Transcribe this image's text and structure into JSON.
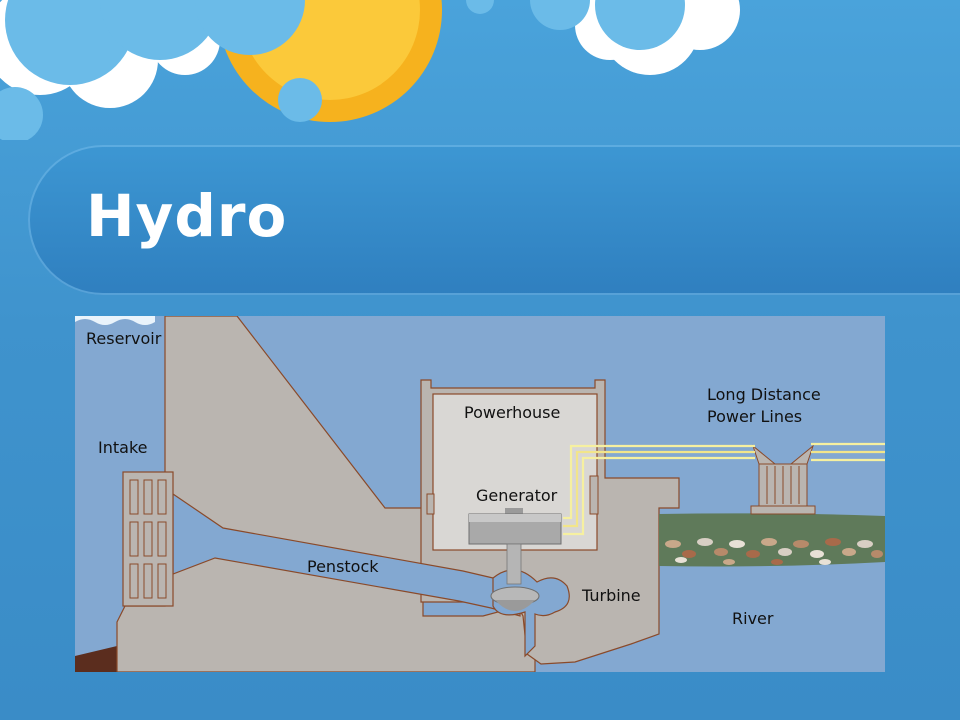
{
  "slide": {
    "title": "Hydro"
  },
  "diagram": {
    "labels": {
      "reservoir": "Reservoir",
      "intake": "Intake",
      "powerhouse": "Powerhouse",
      "generator": "Generator",
      "penstock": "Penstock",
      "turbine": "Turbine",
      "river": "River",
      "power_lines_line1": "Long Distance",
      "power_lines_line2": "Power Lines"
    }
  },
  "colors": {
    "background": "#4aa3db",
    "title_band": "#2f7fbf",
    "sun": "#f8b820",
    "dam": "#bab5b0",
    "water": "#83a8d1",
    "powerhouse": "#d9d7d4",
    "outline": "#8a4a2a",
    "power_lines": "#f6f0a0",
    "bank_grass": "#5f7a5a"
  }
}
